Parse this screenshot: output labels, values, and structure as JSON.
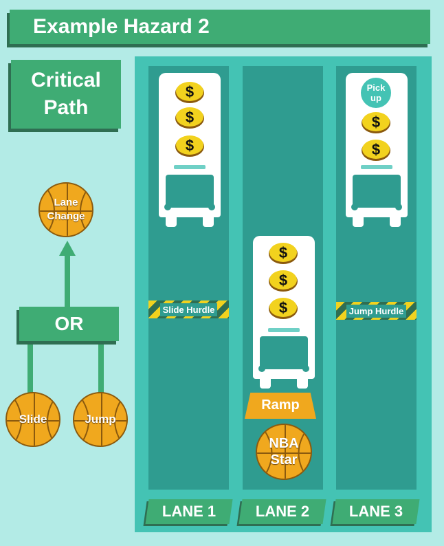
{
  "title": "Example Hazard 2",
  "critical_path": {
    "line1": "Critical",
    "line2": "Path"
  },
  "nodes": {
    "lane_change": {
      "line1": "Lane",
      "line2": "Change"
    },
    "or": "OR",
    "slide": "Slide",
    "jump": "Jump"
  },
  "lanes": [
    {
      "label": "LANE 1",
      "hurdle": "Slide Hurdle"
    },
    {
      "label": "LANE 2",
      "ramp": "Ramp",
      "star": {
        "line1": "NBA",
        "line2": "Star"
      }
    },
    {
      "label": "LANE 3",
      "hurdle": "Jump Hurdle",
      "pickup": {
        "line1": "Pick",
        "line2": "up"
      }
    }
  ],
  "icons": {
    "coin": "dollar-coin-icon",
    "bus": "bus-icon",
    "ball": "basketball-icon"
  },
  "colors": {
    "background": "#b3ebe6",
    "banner": "#3fac74",
    "banner_shadow": "#2f6e52",
    "field": "#44c3b4",
    "lane": "#2f9c90",
    "ball": "#f0a81e",
    "coin": "#f2d21e",
    "hurdle_stripe": "#f2d21e"
  }
}
